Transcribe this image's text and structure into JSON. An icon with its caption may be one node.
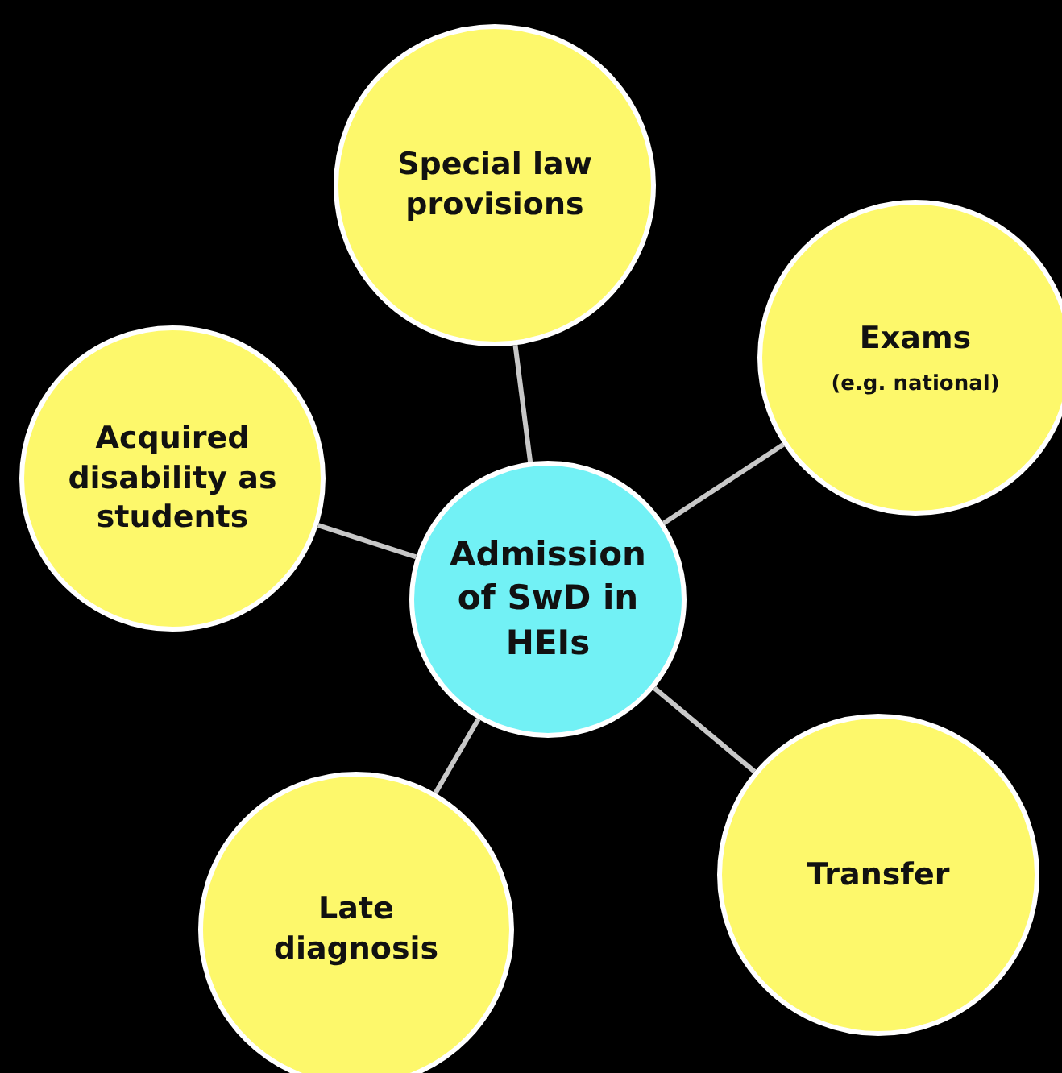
{
  "diagram": {
    "nodes": [
      {
        "text": [
          "Special law provisions"
        ]
      },
      {
        "text": [
          "Exams",
          "(e.g. national)"
        ]
      },
      {
        "text": [
          "Acquired disability as students"
        ]
      },
      {
        "text": [
          "Admission of SwD in HEIs"
        ]
      },
      {
        "text": [
          "Transfer"
        ]
      },
      {
        "text": [
          "Late diagnosis"
        ]
      }
    ],
    "edges": [
      {
        "from": 3,
        "to": 0,
        "arrow": "none"
      },
      {
        "from": 3,
        "to": 1,
        "arrow": "none"
      },
      {
        "from": 3,
        "to": 2,
        "arrow": "none"
      },
      {
        "from": 3,
        "to": 4,
        "arrow": "none"
      },
      {
        "from": 3,
        "to": 5,
        "arrow": "none"
      }
    ]
  }
}
